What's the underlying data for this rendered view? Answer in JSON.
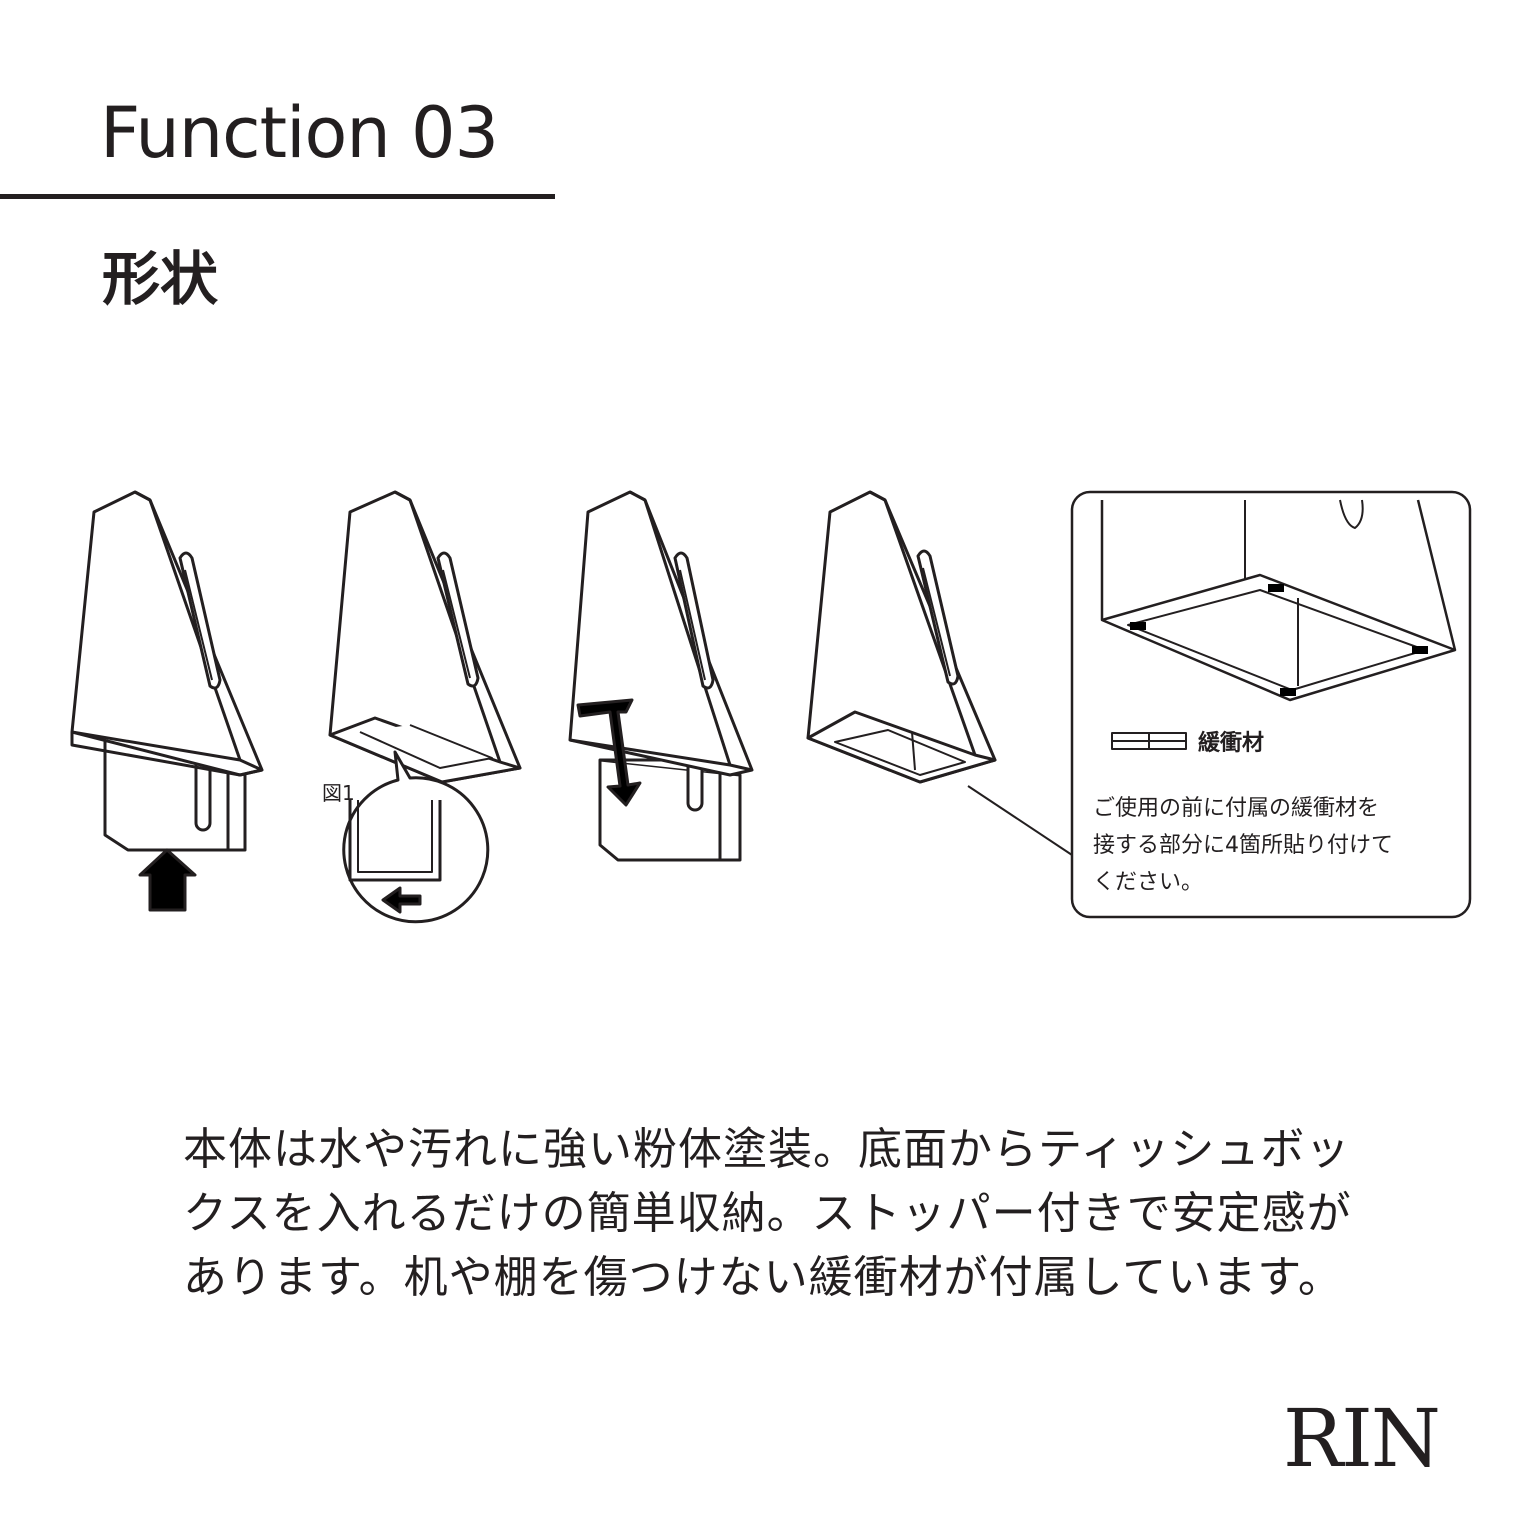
{
  "header": {
    "title": "Function 03",
    "subtitle": "形状"
  },
  "diagram": {
    "figure_label": "図1",
    "legend_label": "緩衝材",
    "callout_lines": [
      "ご使用の前に付属の緩衝材を",
      "接する部分に4箇所貼り付けて",
      "ください。"
    ]
  },
  "description": "本体は水や汚れに強い粉体塗装。底面からティッシュボックスを入れるだけの簡単収納。ストッパー付きで安定感があります。机や棚を傷つけない緩衝材が付属しています。",
  "brand": "RIN"
}
